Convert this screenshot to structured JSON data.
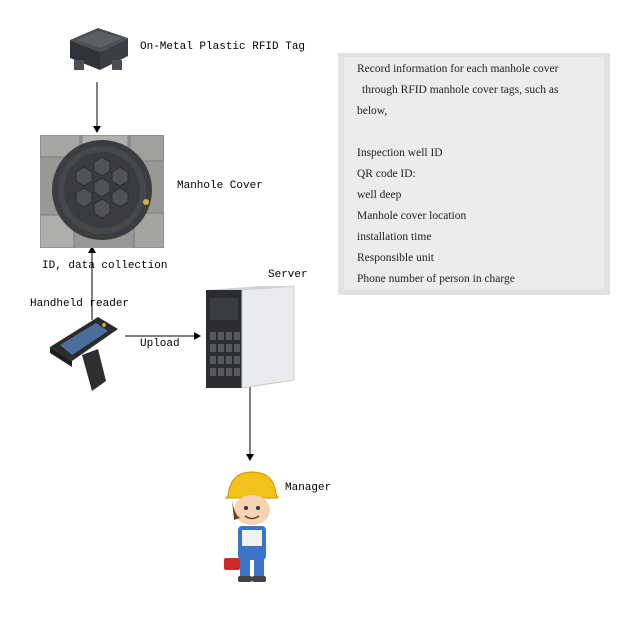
{
  "labels": {
    "rfid_tag": "On-Metal Plastic RFID Tag",
    "manhole_cover": "Manhole Cover",
    "id_collection": "ID, data collection",
    "handheld_reader": "Handheld reader",
    "upload": "Upload",
    "server": "Server",
    "manager": "Manager"
  },
  "info": {
    "intro_line1": "Record information for each manhole cover",
    "intro_line2": "through RFID manhole cover tags, such as",
    "intro_line3": "below,",
    "items": [
      "Inspection well ID",
      "QR code ID:",
      "well deep",
      "Manhole cover location",
      "installation time",
      "Responsible unit",
      "Phone number of person in charge"
    ]
  }
}
